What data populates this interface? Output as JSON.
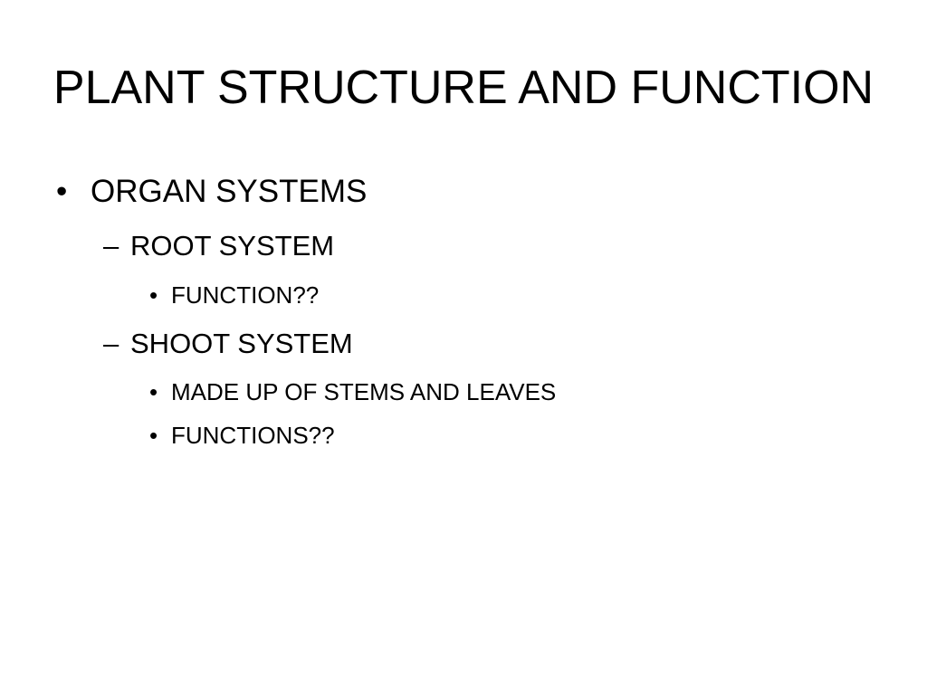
{
  "slide": {
    "title": "PLANT STRUCTURE AND FUNCTION",
    "bullets": [
      {
        "marker": "•",
        "text": "ORGAN SYSTEMS"
      },
      {
        "marker": "–",
        "text": "ROOT SYSTEM"
      },
      {
        "marker": "•",
        "text": "FUNCTION??"
      },
      {
        "marker": "–",
        "text": "SHOOT SYSTEM"
      },
      {
        "marker": "•",
        "text": "MADE UP OF STEMS AND LEAVES"
      },
      {
        "marker": "•",
        "text": "FUNCTIONS??"
      }
    ]
  }
}
